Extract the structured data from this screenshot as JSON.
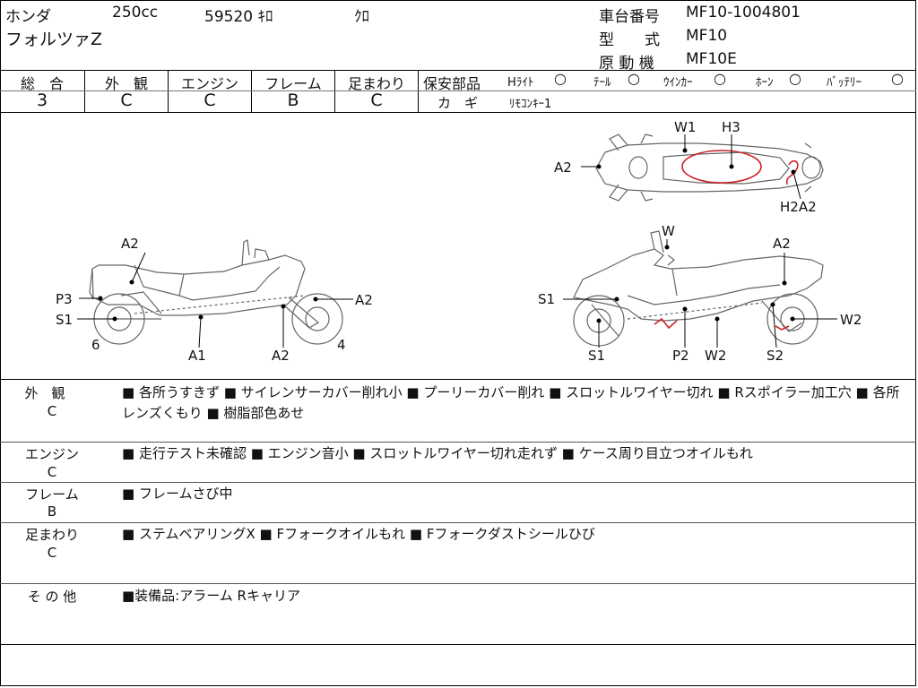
{
  "header": {
    "maker": "ホンダ",
    "displacement": "250cc",
    "mileage": "59520 ｷﾛ",
    "color": "ｸﾛ",
    "model_name": "フォルツァZ",
    "frame_no_label": "車台番号",
    "frame_no": "MF10-1004801",
    "type_label": "型　　式",
    "type": "MF10",
    "engine_label": "原 動 機",
    "engine": "MF10E"
  },
  "grades": [
    {
      "label": "総　合",
      "value": "3"
    },
    {
      "label": "外　観",
      "value": "C"
    },
    {
      "label": "エンジン",
      "value": "C"
    },
    {
      "label": "フレーム",
      "value": "B"
    },
    {
      "label": "足まわり",
      "value": "C"
    }
  ],
  "safety_parts": {
    "label": "保安部品",
    "items": [
      {
        "name": "Hﾗｲﾄ",
        "mark": "○"
      },
      {
        "name": "ﾃｰﾙ",
        "mark": "○"
      },
      {
        "name": "ｳｲﾝｶｰ",
        "mark": "○"
      },
      {
        "name": "ﾎｰﾝ",
        "mark": "○"
      },
      {
        "name": "ﾊﾞｯﾃﾘｰ",
        "mark": "○"
      }
    ],
    "key_label": "カ　ギ",
    "key_value": "ﾘﾓｺﾝｷｰ1"
  },
  "diagram": {
    "left_tags": {
      "a2_top": "A2",
      "p3": "P3",
      "s1": "S1",
      "six": "6",
      "a1": "A1",
      "a2_bottom": "A2",
      "four": "4",
      "a2_right": "A2"
    },
    "top_tags": {
      "a2": "A2",
      "w1": "W1",
      "h3": "H3",
      "h2a2": "H2A2"
    },
    "right_tags": {
      "w": "W",
      "a2": "A2",
      "s1_left": "S1",
      "w2_right": "W2",
      "s1_bottom": "S1",
      "p2": "P2",
      "w2_bottom": "W2",
      "s2": "S2"
    }
  },
  "sections": [
    {
      "label": "外　観",
      "grade": "C",
      "text": "■ 各所うすきず ■ サイレンサーカバー削れ小 ■ プーリーカバー削れ ■ スロットルワイヤー切れ ■ Rスポイラー加工穴 ■ 各所レンズくもり ■ 樹脂部色あせ"
    },
    {
      "label": "エンジン",
      "grade": "C",
      "text": "■ 走行テスト未確認 ■ エンジン音小 ■ スロットルワイヤー切れ走れず ■ ケース周り目立つオイルもれ"
    },
    {
      "label": "フレーム",
      "grade": "B",
      "text": "■ フレームさび中"
    },
    {
      "label": "足まわり",
      "grade": "C",
      "text": "■ ステムベアリングX ■ Fフォークオイルもれ ■ Fフォークダストシールひび"
    },
    {
      "label": "そ の 他",
      "grade": "",
      "text": "■装備品:アラーム Rキャリア"
    }
  ],
  "colors": {
    "damage_mark": "#cc2222",
    "sketch": "#555555"
  }
}
